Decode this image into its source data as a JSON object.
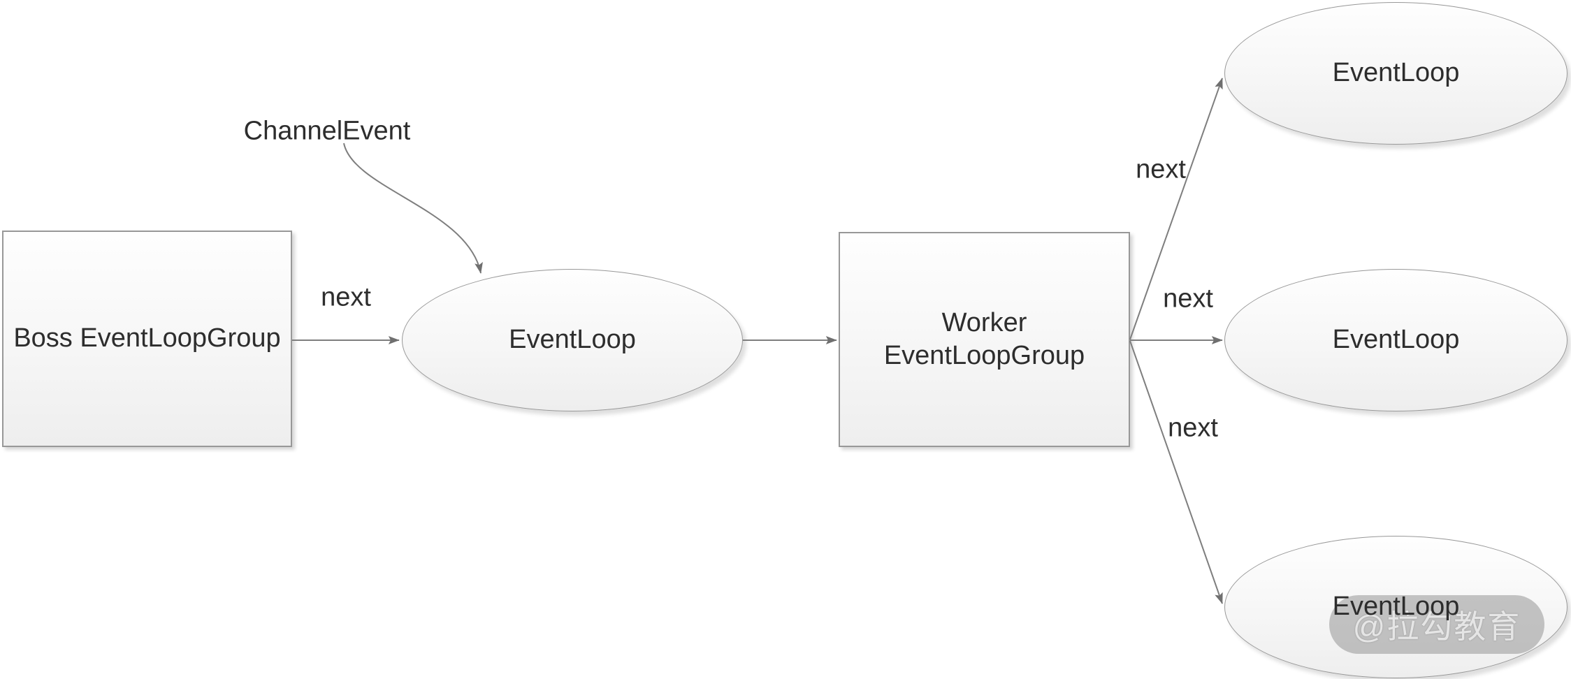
{
  "nodes": {
    "boss_group": {
      "label": "Boss EventLoopGroup",
      "shape": "rectangle"
    },
    "event_loop_main": {
      "label": "EventLoop",
      "shape": "ellipse"
    },
    "worker_group": {
      "label": "Worker\nEventLoopGroup",
      "shape": "rectangle"
    },
    "event_loop_top": {
      "label": "EventLoop",
      "shape": "ellipse"
    },
    "event_loop_middle": {
      "label": "EventLoop",
      "shape": "ellipse"
    },
    "event_loop_bottom": {
      "label": "EventLoop",
      "shape": "ellipse"
    }
  },
  "edges": {
    "boss_to_eventloop": {
      "label": "next"
    },
    "channel_event_annotation": {
      "label": "ChannelEvent"
    },
    "eventloop_to_worker": {
      "label": ""
    },
    "worker_to_top": {
      "label": "next"
    },
    "worker_to_middle": {
      "label": "next"
    },
    "worker_to_bottom": {
      "label": "next"
    }
  },
  "watermark": {
    "text": "@拉勾教育"
  },
  "colors": {
    "background": "#ffffff",
    "shape_border": "#989898",
    "shape_fill_top": "#fefefe",
    "shape_fill_bottom": "#eeeeee",
    "arrow": "#7e7e7e",
    "text": "#2d2d2d",
    "watermark_background": "#969696",
    "watermark_text": "#ebebeb"
  }
}
